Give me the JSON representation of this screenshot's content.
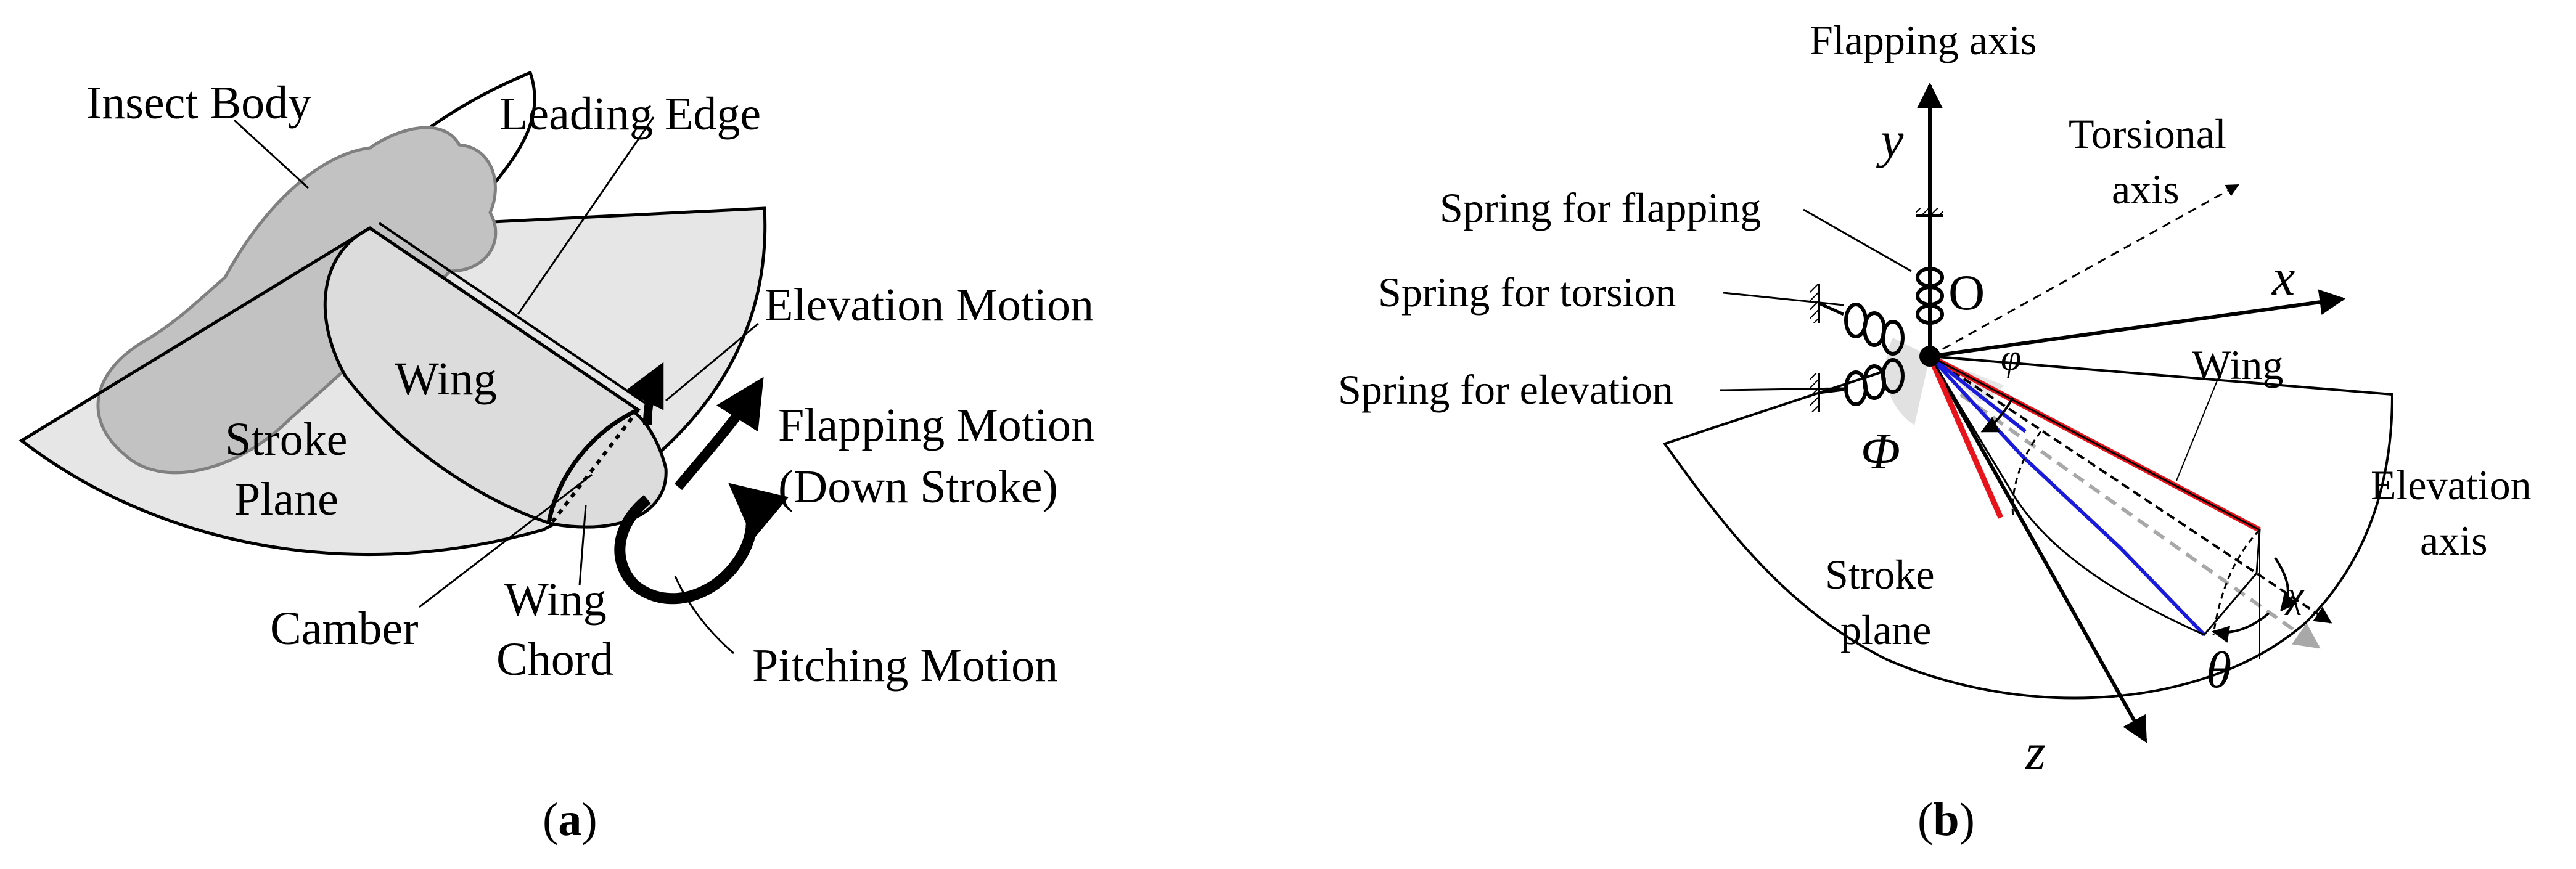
{
  "panel_a": {
    "caption": {
      "open": "(",
      "letter": "a",
      "close": ")"
    },
    "labels": {
      "insect_body": "Insect Body",
      "leading_edge": "Leading Edge",
      "elevation_motion": "Elevation Motion",
      "wing": "Wing",
      "stroke_plane_1": "Stroke",
      "stroke_plane_2": "Plane",
      "flapping_motion": "Flapping Motion",
      "down_stroke": "(Down Stroke)",
      "camber": "Camber",
      "wing_chord_1": "Wing",
      "wing_chord_2": "Chord",
      "pitching_motion": "Pitching Motion"
    }
  },
  "panel_b": {
    "caption": {
      "open": "(",
      "letter": "b",
      "close": ")"
    },
    "labels": {
      "flapping_axis": "Flapping axis",
      "y": "y",
      "torsional_axis_1": "Torsional",
      "torsional_axis_2": "axis",
      "spring_flapping": "Spring for flapping",
      "origin": "O",
      "x": "x",
      "spring_torsion": "Spring for torsion",
      "phi_small": "φ",
      "wing": "Wing",
      "spring_elevation": "Spring for elevation",
      "phi_big": "Φ",
      "elevation_axis_1": "Elevation",
      "elevation_axis_2": "axis",
      "stroke_plane_1": "Stroke",
      "stroke_plane_2": "plane",
      "chi": "χ",
      "theta": "θ",
      "z": "z"
    },
    "colors": {
      "leading_edge_red": "#e8141c",
      "wing_blue": "#1a1adb",
      "projection_gray": "#a8a8a8"
    }
  }
}
